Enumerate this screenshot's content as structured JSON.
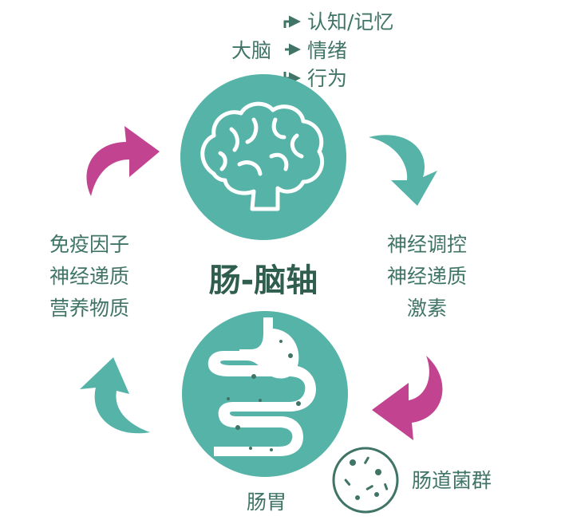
{
  "title": "肠-脑轴",
  "brain": {
    "label": "大脑",
    "outputs": [
      "认知/记忆",
      "情绪",
      "行为"
    ]
  },
  "down_pathway": [
    "神经调控",
    "神经递质",
    "激素"
  ],
  "up_pathway": [
    "免疫因子",
    "神经递质",
    "营养物质"
  ],
  "gut": {
    "label": "肠胃"
  },
  "microbiota": {
    "label": "肠道菌群"
  },
  "colors": {
    "teal": "#55b3a8",
    "magenta": "#c2438f",
    "text": "#3f7466",
    "title": "#2f5d4e"
  }
}
